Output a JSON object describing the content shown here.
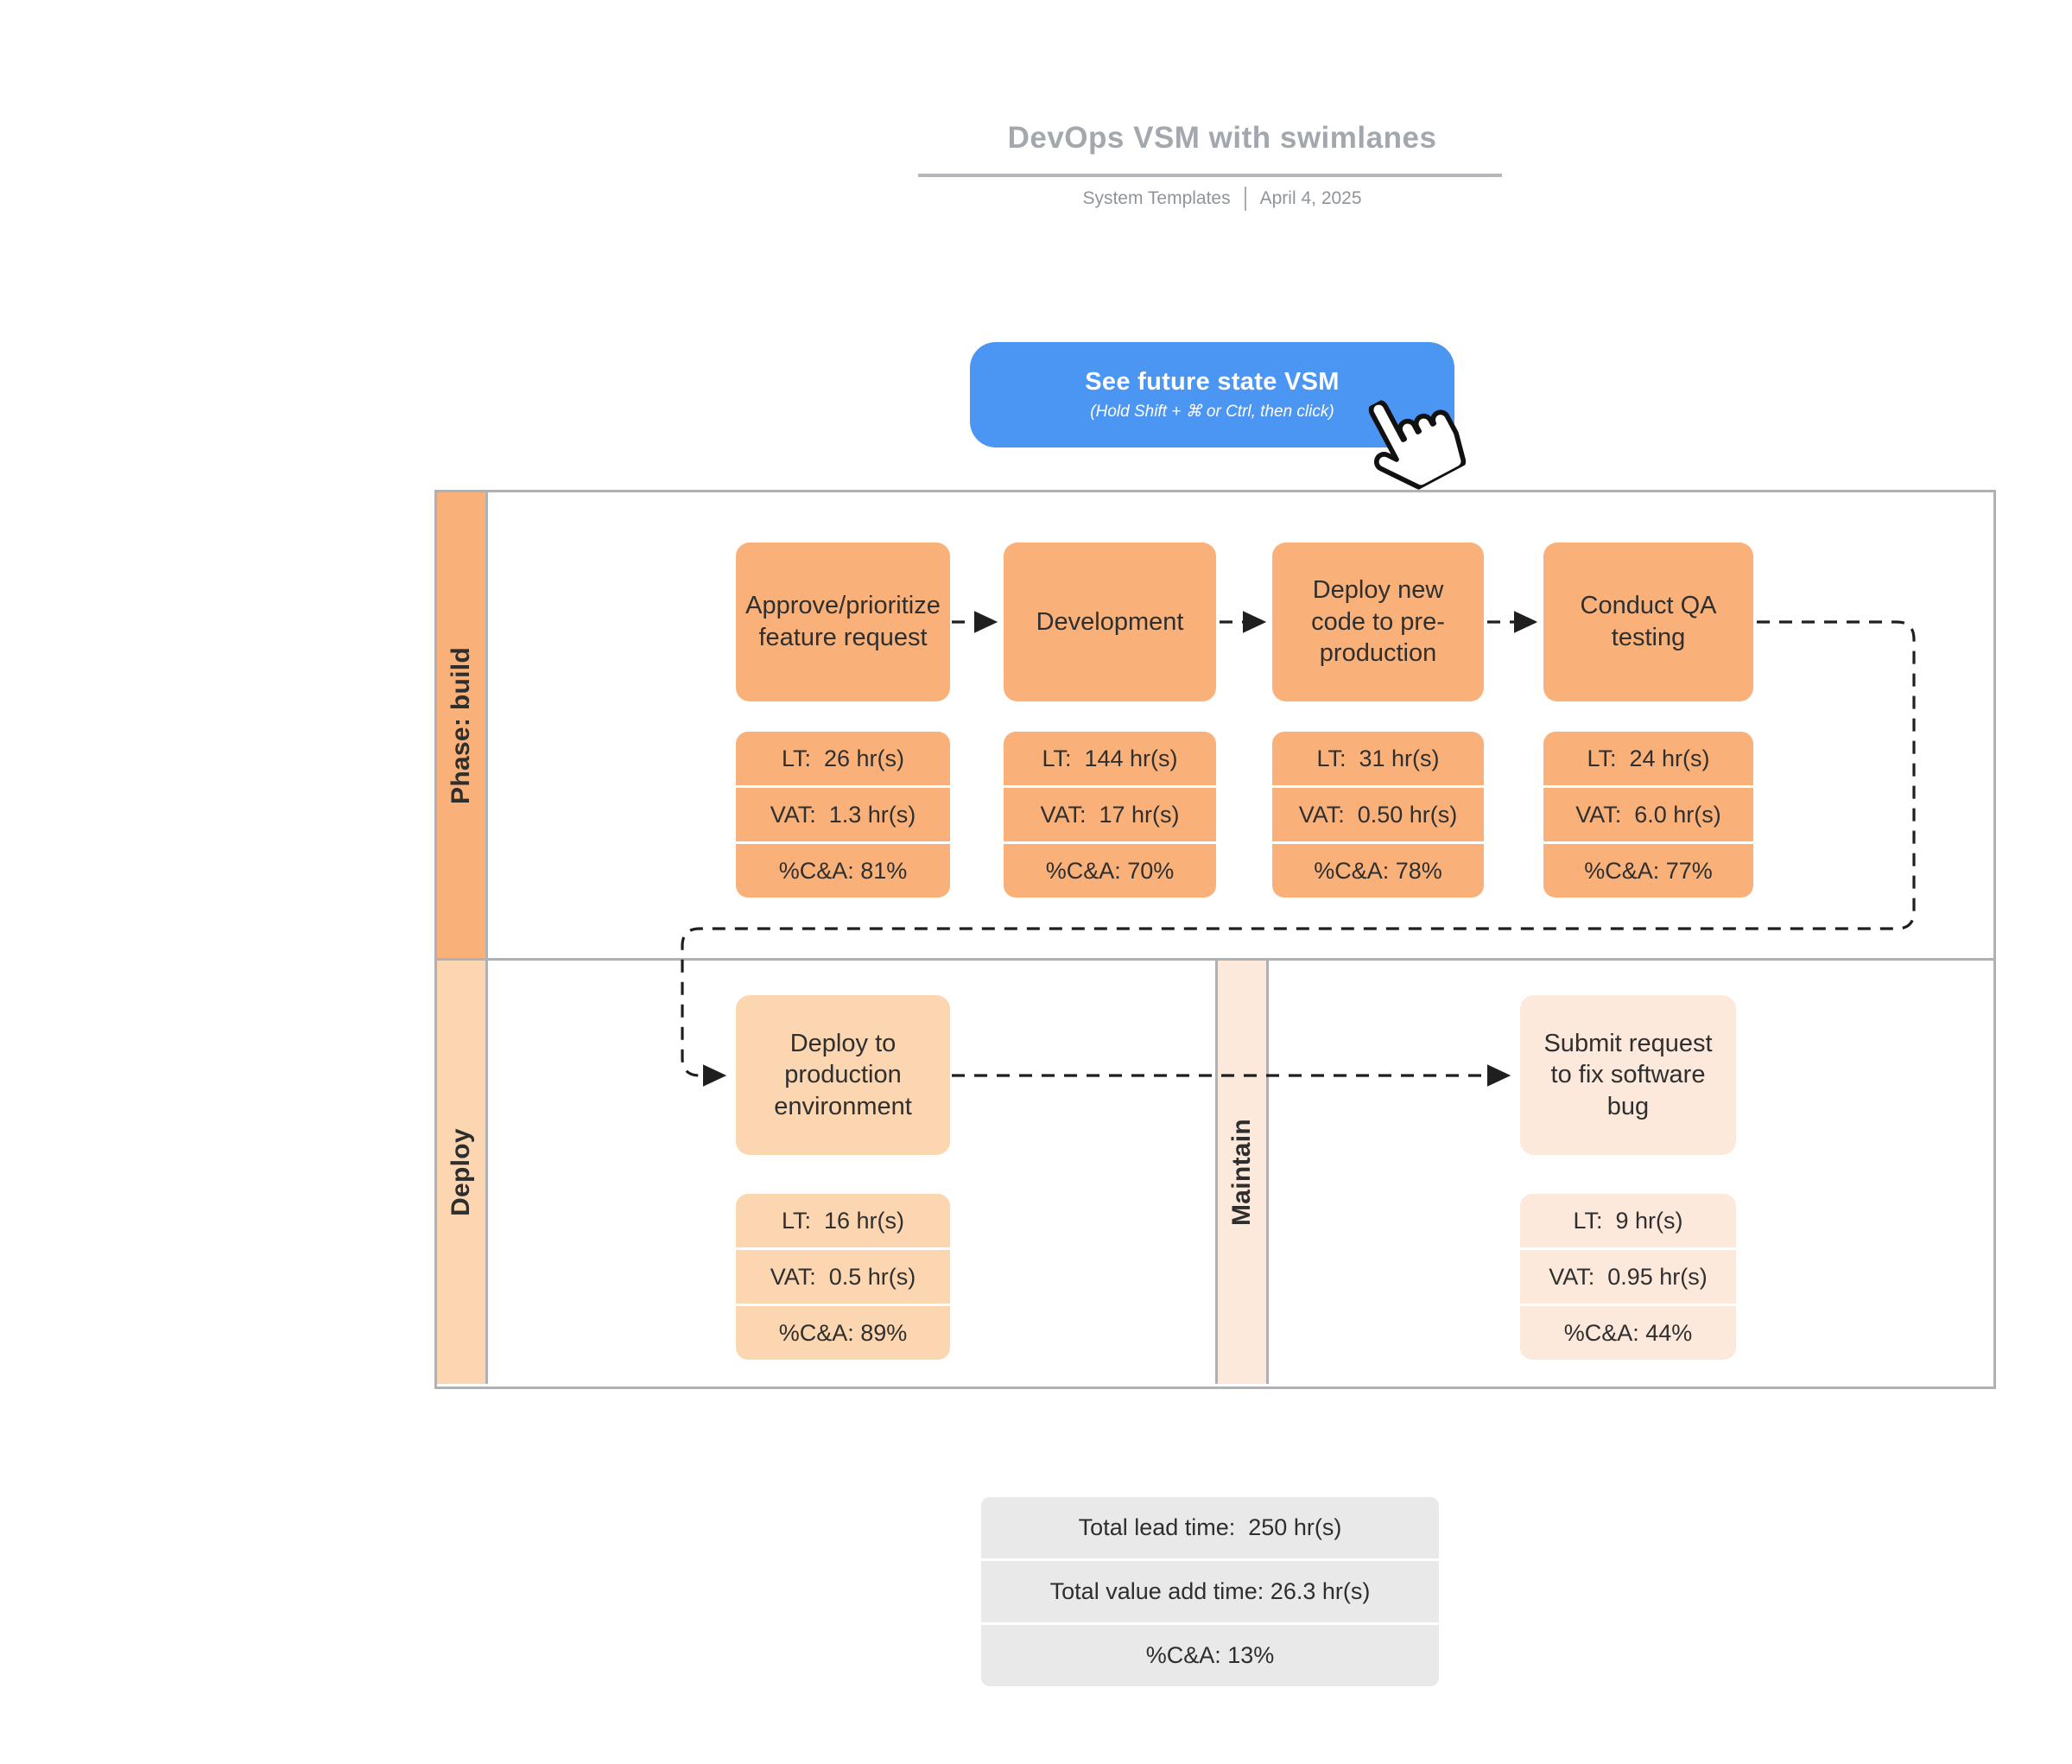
{
  "header": {
    "title": "DevOps VSM with swimlanes",
    "author": "System Templates",
    "date": "April 4, 2025"
  },
  "button": {
    "label": "See future state VSM",
    "hint": "(Hold Shift + ⌘ or Ctrl, then click)"
  },
  "icons": {
    "cursor": "hand-pointer-icon"
  },
  "colors": {
    "button_blue": "#4C96F3",
    "build_fill": "#F9B179",
    "deploy_fill": "#FCD5B1",
    "maintain_fill": "#FDE9DB",
    "summary_fill": "#E9E9E9",
    "frame_gray": "#AFB1B4",
    "title_gray": "#A3A7AE",
    "text_dark": "#2F2F2F"
  },
  "lanes": {
    "build": {
      "label": "Phase: build",
      "steps": [
        {
          "label": "Approve/prioritize feature request",
          "lt": "LT:  26 hr(s)",
          "vat": "VAT:  1.3 hr(s)",
          "ca": "%C&A: 81%"
        },
        {
          "label": "Development",
          "lt": "LT:  144 hr(s)",
          "vat": "VAT:  17 hr(s)",
          "ca": "%C&A: 70%"
        },
        {
          "label": "Deploy new code to pre-production",
          "lt": "LT:  31 hr(s)",
          "vat": "VAT:  0.50 hr(s)",
          "ca": "%C&A: 78%"
        },
        {
          "label": "Conduct QA testing",
          "lt": "LT:  24 hr(s)",
          "vat": "VAT:  6.0 hr(s)",
          "ca": "%C&A: 77%"
        }
      ]
    },
    "deploy": {
      "label": "Deploy",
      "steps": [
        {
          "label": "Deploy to production environment",
          "lt": "LT:  16 hr(s)",
          "vat": "VAT:  0.5 hr(s)",
          "ca": "%C&A: 89%"
        }
      ]
    },
    "maintain": {
      "label": "Maintain",
      "steps": [
        {
          "label": "Submit request to fix software bug",
          "lt": "LT:  9 hr(s)",
          "vat": "VAT:  0.95 hr(s)",
          "ca": "%C&A: 44%"
        }
      ]
    }
  },
  "summary": {
    "total_lead_time": "Total lead time:  250 hr(s)",
    "total_value_add_time": "Total value add time: 26.3 hr(s)",
    "pct_ca": "%C&A: 13%"
  }
}
